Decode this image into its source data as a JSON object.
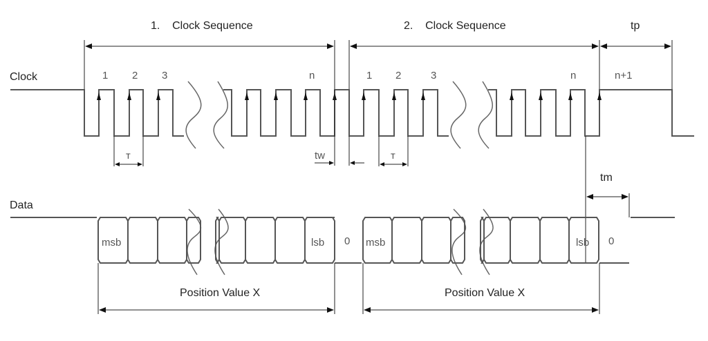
{
  "title": "SSI clock/data timing diagram",
  "signals": {
    "clock": "Clock",
    "data": "Data"
  },
  "sequences": [
    {
      "label": "1.    Clock Sequence",
      "pulses": [
        "1",
        "2",
        "3",
        "n"
      ],
      "period": "T",
      "data_first": "msb",
      "data_last": "lsb",
      "data_end": "0",
      "position": "Position Value X"
    },
    {
      "label": "2.    Clock Sequence",
      "pulses": [
        "1",
        "2",
        "3",
        "n"
      ],
      "period": "T",
      "data_first": "msb",
      "data_last": "lsb",
      "data_end": "0",
      "position": "Position Value X"
    }
  ],
  "extra_pulse": "n+1",
  "timings": {
    "tp": "tp",
    "tw": "tw",
    "tm": "tm"
  }
}
